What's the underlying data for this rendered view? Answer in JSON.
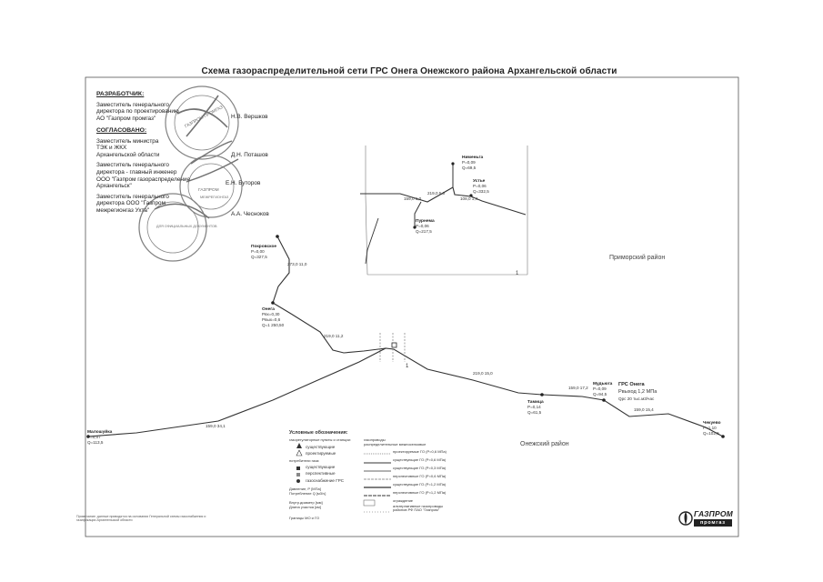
{
  "title": "Схема газораспределительной сети ГРС Онега Онежского района Архангельской области",
  "approval": {
    "developer": {
      "header": "РАЗРАБОТЧИК:",
      "lines": [
        "Заместитель генерального",
        "директора по проектированию",
        "АО \"Газпром промгаз\""
      ],
      "signatory": "Н.В. Вершков"
    },
    "agreed": {
      "header": "СОГЛАСОВАНО:",
      "items": [
        {
          "lines": [
            "Заместитель министра",
            "ТЭК и ЖКХ",
            "Архангельской области"
          ],
          "signatory": "Д.Н. Поташов"
        },
        {
          "lines": [
            "Заместитель генерального",
            "директора - главный инженер",
            "ООО \"Газпром газораспределение",
            "Архангельск\""
          ],
          "signatory": "Е.Н. Буторов"
        },
        {
          "lines": [
            "Заместитель генерального",
            "директора ООО \"Газпром",
            "межрегионгаз Ухта\""
          ],
          "signatory": "А.А. Чесноков"
        }
      ]
    }
  },
  "regions": {
    "primorsky": "Приморский район",
    "onezhsky": "Онежский район"
  },
  "inset_number": "1",
  "nodes": {
    "pokrovskoe": {
      "name": "Покровское",
      "p": "Р=0,00",
      "q": "Q=327,5"
    },
    "onega": {
      "name": "Онега",
      "p1": "Рвх=0,30",
      "p2": "Рвых=0,6",
      "q": "Q=1 250,50"
    },
    "maloshuyka": {
      "name": "Малошуйка",
      "p": "Р=0,07",
      "q": "Q=113,5"
    },
    "tamitsa": {
      "name": "Тамица",
      "p": "Р=0,14",
      "q": "Q=61,5"
    },
    "mudyuga": {
      "name": "Мудьюга",
      "p": "Р=0,09",
      "q": "Q=94,5"
    },
    "nizhmozero": {
      "name": "Чекуево",
      "p": "Р=1,10",
      "q": "Q=102,5"
    },
    "inset_a": {
      "name": "Нименьга",
      "p": "Р=0,09",
      "q": "Q=69,5"
    },
    "inset_b": {
      "name": "Пурнема",
      "p": "Р=0,06",
      "q": "Q=217,5"
    },
    "inset_c": {
      "name": "Устье",
      "p": "Р=0,06",
      "q": "Q=332,5"
    }
  },
  "grs": {
    "title": "ГРС Онега",
    "pressure": "Рвыход 1,2 МПа",
    "capacity": "Qрс 20 тыс.м3/час"
  },
  "segments": [
    "273,0 11,0",
    "219,0 11,2",
    "159,0 34,1",
    "219,0 15,0",
    "159,0 17,2",
    "159,0 15,4",
    "219,0 5,0",
    "159,0 1,0",
    "108,0 1,4"
  ],
  "legend": {
    "header": "Условные обозначения:",
    "group1_title": "газорегуляторные пункты и станции:",
    "group1": [
      "существующие",
      "проектируемые"
    ],
    "group2_title": "потребители газа:",
    "group2": [
      "существующие",
      "перспективные",
      "газоснабжение ГРС"
    ],
    "notes": [
      "Давление, Р [МПа]",
      "Потребление Q [м3/ч]",
      "Внутр.диаметр [мм]",
      "Длина участка [км]",
      "Границы МО и ГО"
    ],
    "col2_title": "газопроводы",
    "col2_sub": "распределительные межпоселковые",
    "lines": [
      "проектируемые ГО (Р=0,6 МПа)",
      "существующие ГО (Р=0,6 МПа)",
      "существующие ГО (Р=0,3 МПа)",
      "перспективные ГО (Р=0,6 МПа)",
      "существующие ГО (Р=1,2 МПа)",
      "перспективные ГО (Р=1,2 МПа)",
      "ограждение",
      "альтернативные газопроводы районов РФ ПАО \"Газпром\""
    ]
  },
  "footnote": "Примечание: данные приводятся на основании Генеральной схемы газоснабжения и газификации Архангельской области",
  "logo": {
    "line1": "ГАЗПРОМ",
    "line2": "промгаз"
  },
  "stamps": [
    "ГАЗПРОМ ПРОМГАЗ",
    "ГАЗПРОМ",
    "МЕЖРЕГИОНГАЗ",
    "ДЛЯ ОФИЦИАЛЬНЫХ ДОКУМЕНТОВ"
  ],
  "colors": {
    "line": "#333333",
    "border": "#555555",
    "stamp": "#5a5a5a"
  }
}
